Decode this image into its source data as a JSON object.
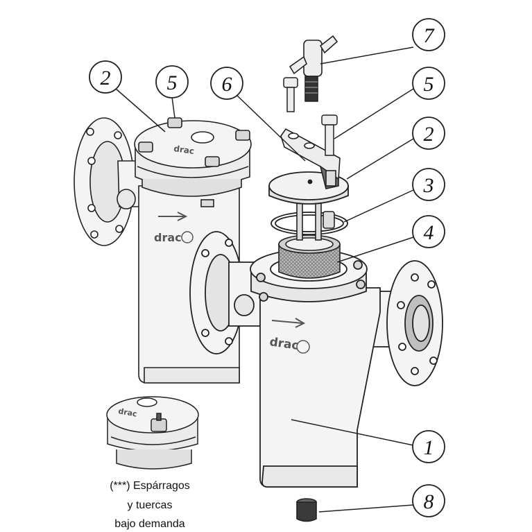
{
  "brand": {
    "text": "drac"
  },
  "callouts": [
    {
      "id": "c7",
      "number": "7"
    },
    {
      "id": "c5a",
      "number": "5"
    },
    {
      "id": "c6",
      "number": "6"
    },
    {
      "id": "c2a",
      "number": "2"
    },
    {
      "id": "c5b",
      "number": "5"
    },
    {
      "id": "c2b",
      "number": "2"
    },
    {
      "id": "c3",
      "number": "3"
    },
    {
      "id": "c4",
      "number": "4"
    },
    {
      "id": "c1",
      "number": "1"
    },
    {
      "id": "c8",
      "number": "8"
    }
  ],
  "caption": {
    "line1": "(***) Espárragos",
    "line2": "y tuercas",
    "line3": "bajo demanda"
  },
  "colors": {
    "line": "#222222",
    "fill": "#f2f2f2",
    "shade": "#c9c9c9",
    "dark": "#3a3a3a"
  }
}
